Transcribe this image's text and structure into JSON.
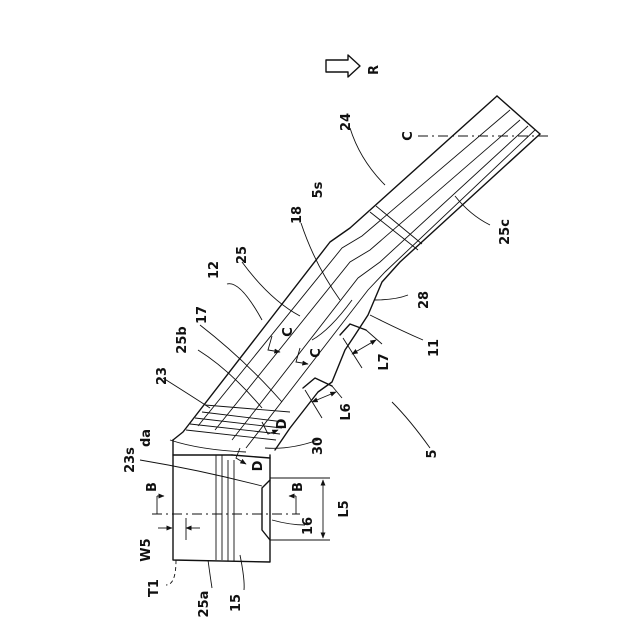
{
  "figure": {
    "labels": [
      {
        "id": "R",
        "text": "R"
      },
      {
        "id": "24",
        "text": "24"
      },
      {
        "id": "C_top",
        "text": "C"
      },
      {
        "id": "5s",
        "text": "5s"
      },
      {
        "id": "18",
        "text": "18"
      },
      {
        "id": "25c",
        "text": "25c"
      },
      {
        "id": "12",
        "text": "12"
      },
      {
        "id": "25",
        "text": "25"
      },
      {
        "id": "28",
        "text": "28"
      },
      {
        "id": "17",
        "text": "17"
      },
      {
        "id": "C1",
        "text": "C"
      },
      {
        "id": "C2",
        "text": "C"
      },
      {
        "id": "25b",
        "text": "25b"
      },
      {
        "id": "11",
        "text": "11"
      },
      {
        "id": "23",
        "text": "23"
      },
      {
        "id": "L7",
        "text": "L7"
      },
      {
        "id": "L6",
        "text": "L6"
      },
      {
        "id": "D1",
        "text": "D"
      },
      {
        "id": "da",
        "text": "da"
      },
      {
        "id": "30",
        "text": "30"
      },
      {
        "id": "23s",
        "text": "23s"
      },
      {
        "id": "D2",
        "text": "D"
      },
      {
        "id": "5",
        "text": "5"
      },
      {
        "id": "B1",
        "text": "B"
      },
      {
        "id": "B2",
        "text": "B"
      },
      {
        "id": "L5",
        "text": "L5"
      },
      {
        "id": "16",
        "text": "16"
      },
      {
        "id": "W5",
        "text": "W5"
      },
      {
        "id": "T1",
        "text": "T1"
      },
      {
        "id": "25a",
        "text": "25a"
      },
      {
        "id": "15",
        "text": "15"
      }
    ]
  }
}
